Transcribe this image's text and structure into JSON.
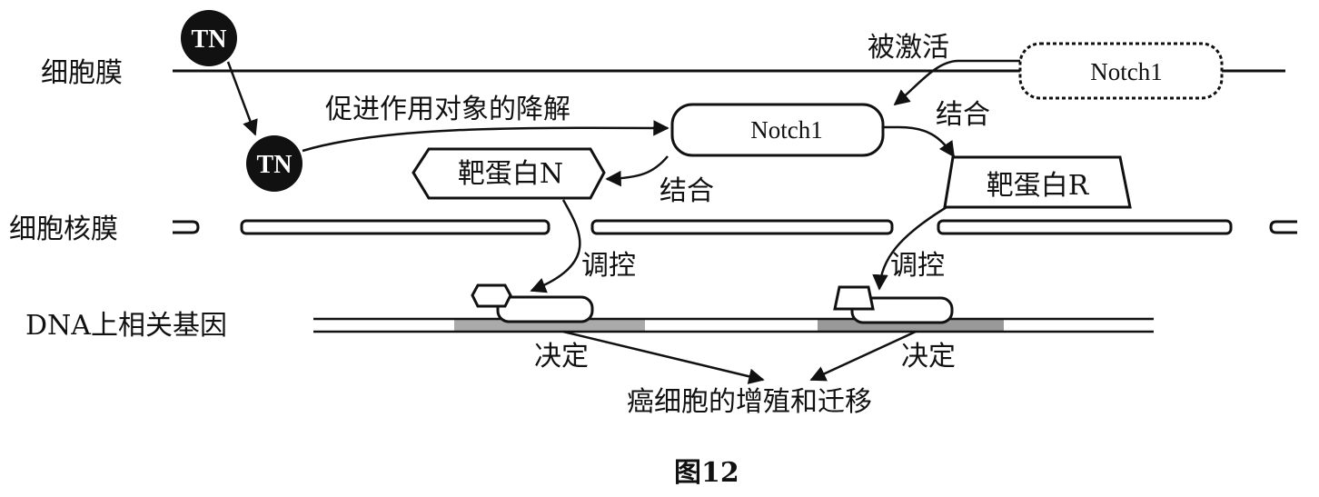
{
  "labels": {
    "cell_membrane": "细胞膜",
    "nuclear_membrane": "细胞核膜",
    "dna_genes": "DNA上相关基因",
    "promote_degradation": "促进作用对象的降解",
    "activated": "被激活",
    "bind_left": "结合",
    "bind_right": "结合",
    "regulate_left": "调控",
    "regulate_right": "调控",
    "determine_left": "决定",
    "determine_right": "决定",
    "outcome": "癌细胞的增殖和迁移",
    "figure_caption": "图12"
  },
  "nodes": {
    "tn_top": "TN",
    "tn_bottom": "TN",
    "notch1_membrane": "Notch1",
    "notch1_cytoplasm": "Notch1",
    "target_protein_n": "靶蛋白N",
    "target_protein_r": "靶蛋白R"
  }
}
